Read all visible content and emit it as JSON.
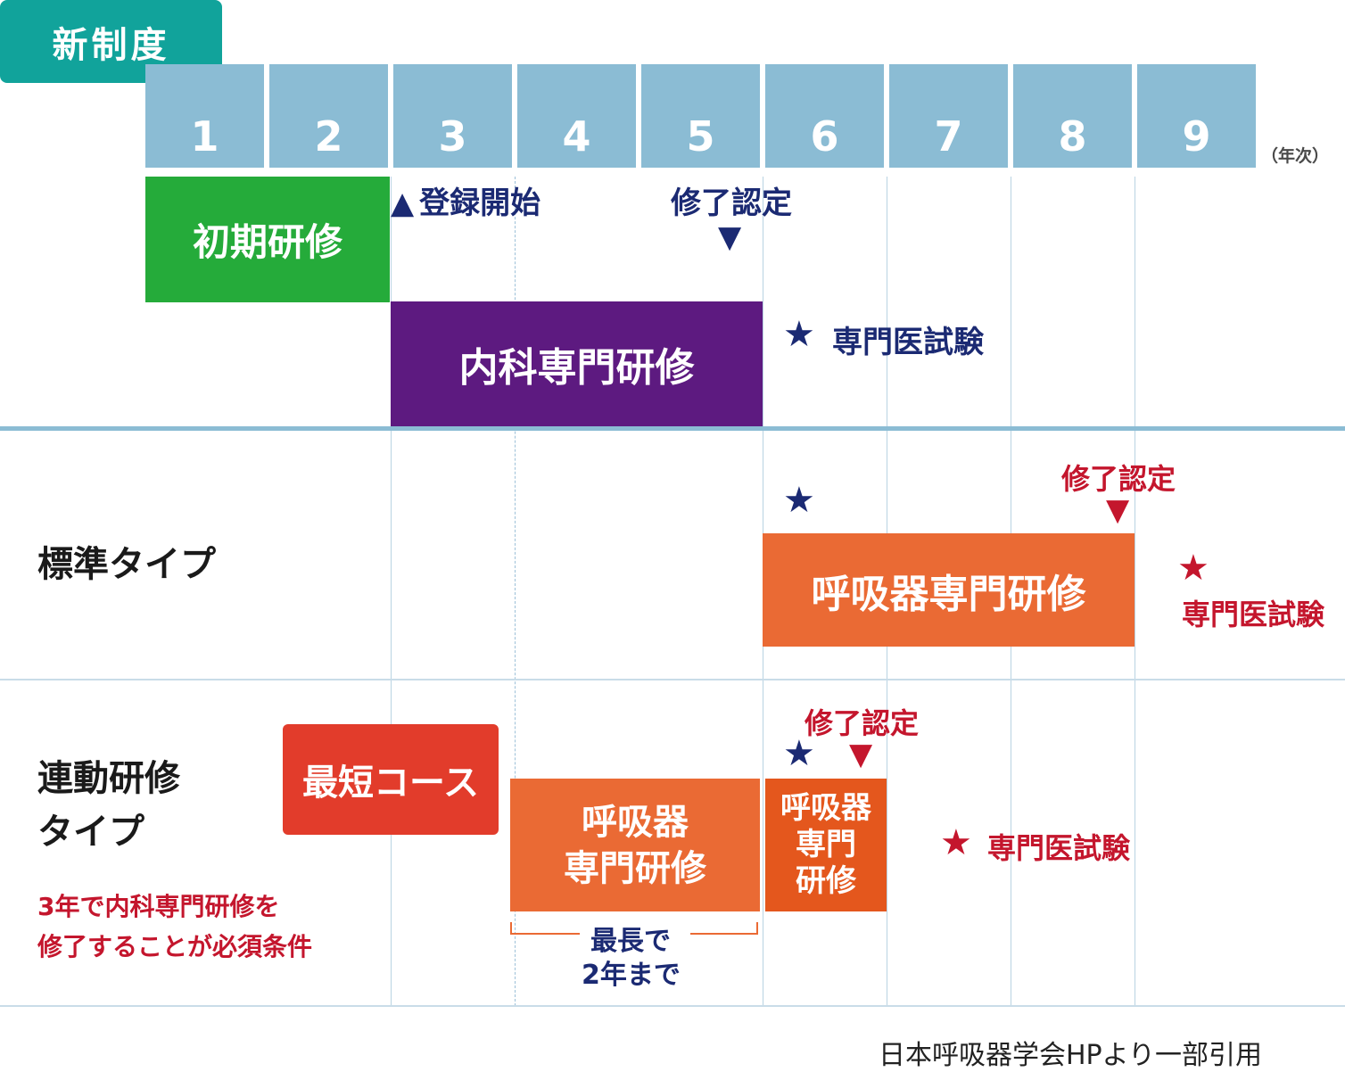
{
  "title": "新制度",
  "years": [
    "1",
    "2",
    "3",
    "4",
    "5",
    "6",
    "7",
    "8",
    "9"
  ],
  "year_unit": "（年次）",
  "row1": {
    "initial_training": "初期研修",
    "registration_start": "登録開始",
    "registration_marker": "▲",
    "completion_cert": "修了認定",
    "completion_marker": "▼",
    "internal_medicine": "内科専門研修",
    "exam_star": "★",
    "exam_label": "専門医試験"
  },
  "standard": {
    "label": "標準タイプ",
    "star": "★",
    "completion_cert": "修了認定",
    "completion_marker": "▼",
    "training": "呼吸器専門研修",
    "exam_star": "★",
    "exam_label": "専門医試験"
  },
  "linked": {
    "label_line1": "連動研修",
    "label_line2": "タイプ",
    "note_line1": "3年で内科専門研修を",
    "note_line2": "修了することが必須条件",
    "shortest": "最短コース",
    "training_a_line1": "呼吸器",
    "training_a_line2": "専門研修",
    "max_line1": "最長で",
    "max_line2": "2年まで",
    "completion_cert": "修了認定",
    "star": "★",
    "completion_marker": "▼",
    "training_b_line1": "呼吸器",
    "training_b_line2": "専門",
    "training_b_line3": "研修",
    "exam_star": "★",
    "exam_label": "専門医試験"
  },
  "source": "日本呼吸器学会HPより一部引用",
  "colors": {
    "header_teal": "#11a39b",
    "year_blue": "#8bbcd4",
    "green": "#25ab3a",
    "purple": "#5d1a80",
    "orange": "#ea6a34",
    "orange_dark": "#e4571d",
    "red": "#e23c2b",
    "navy": "#1b2a73",
    "crimson": "#c4162d"
  }
}
